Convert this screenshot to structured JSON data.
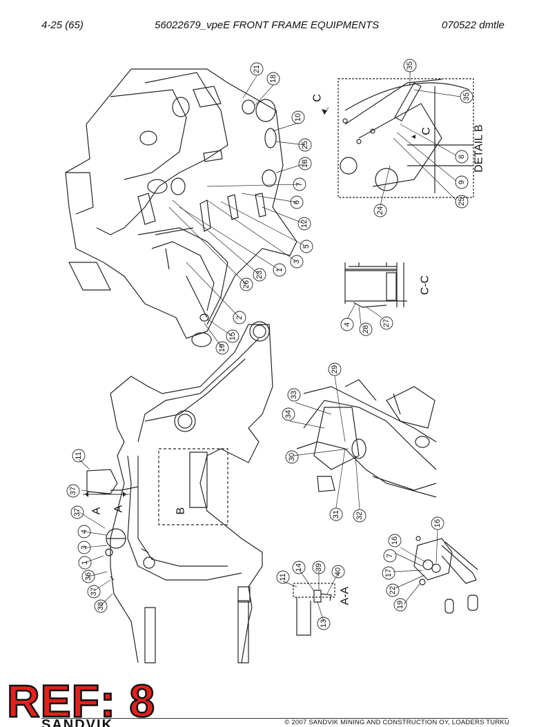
{
  "header": {
    "page": "4-25 (65)",
    "title": "56022679_vpeE FRONT FRAME EQUIPMENTS",
    "date": "070522 dmtle"
  },
  "views": {
    "detail_b": "DETAIL B",
    "section_cc": "C-C",
    "section_aa": "A-A",
    "cut_c": "C",
    "cut_a": "A",
    "detail_ref_b": "B"
  },
  "callouts": {
    "main_top": [
      "21",
      "18",
      "10",
      "25",
      "18",
      "7",
      "6",
      "12",
      "5",
      "3",
      "1",
      "23",
      "26",
      "2",
      "15",
      "19"
    ],
    "detail_b": [
      "35",
      "35",
      "8",
      "9",
      "25",
      "24"
    ],
    "section_cc": [
      "4",
      "28",
      "27"
    ],
    "lower_frame": [
      "11",
      "37",
      "37",
      "4",
      "3",
      "1",
      "36",
      "37",
      "38"
    ],
    "section_aa": [
      "11",
      "14",
      "39",
      "40",
      "13"
    ],
    "detail_mid": [
      "29",
      "33",
      "34",
      "30",
      "31",
      "32"
    ],
    "detail_small": [
      "16",
      "16",
      "7",
      "17",
      "22",
      "19"
    ]
  },
  "footer": {
    "copyright": "© 2007 SANDVIK MINING AND CONSTRUCTION OY, LOADERS TURKU",
    "ref_stamp": "REF: 8",
    "logo_text": "SANDVIK"
  }
}
